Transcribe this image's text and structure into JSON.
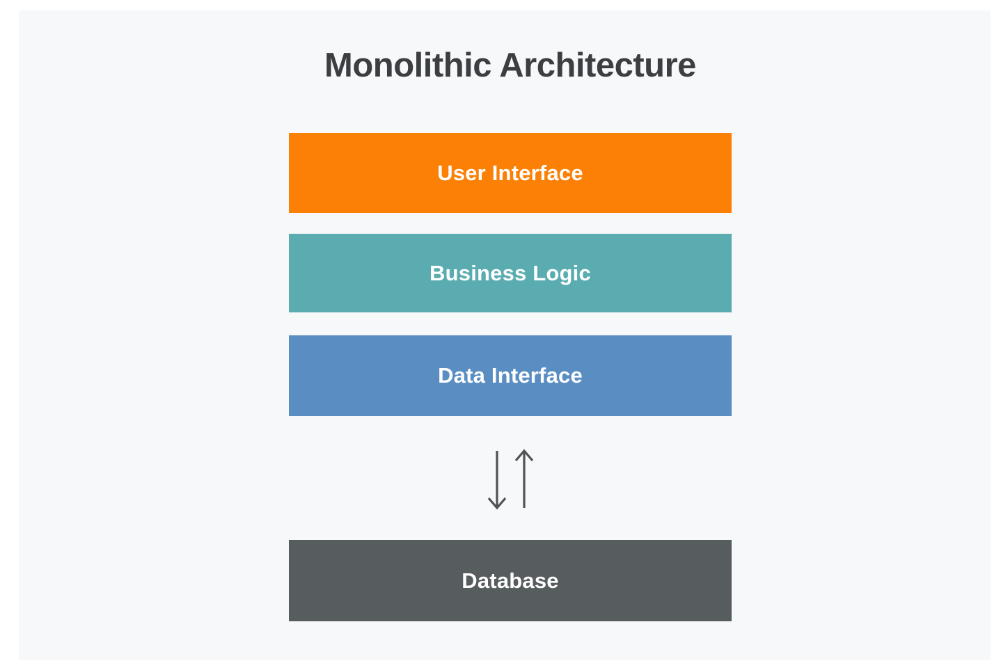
{
  "diagram": {
    "title": "Monolithic Architecture",
    "title_color": "#3b3f42",
    "panel_background": "#f7f8fa",
    "layers": [
      {
        "label": "User Interface",
        "color": "#fb8005",
        "text_color": "#ffffff"
      },
      {
        "label": "Business Logic",
        "color": "#5aacb0",
        "text_color": "#ffffff"
      },
      {
        "label": "Data Interface",
        "color": "#5a8ec2",
        "text_color": "#ffffff"
      }
    ],
    "arrows": {
      "color": "#4e5358",
      "icons": {
        "down": "down-arrow",
        "up": "up-arrow"
      }
    },
    "database": {
      "label": "Database",
      "color": "#575c5e",
      "text_color": "#ffffff"
    }
  }
}
